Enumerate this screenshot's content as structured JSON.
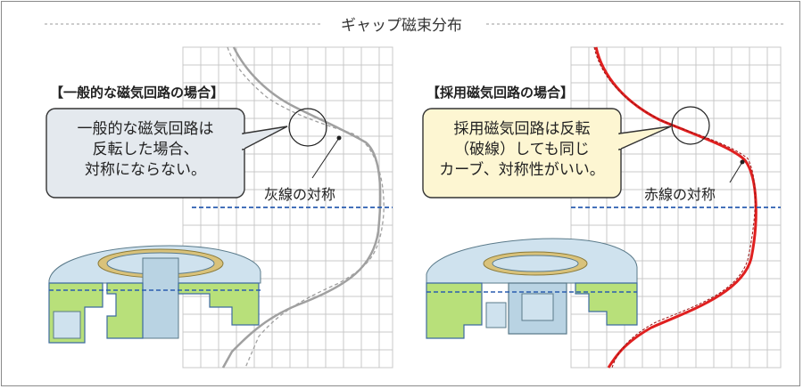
{
  "title": "ギャップ磁束分布",
  "left": {
    "heading": "【一般的な磁気回路の場合】",
    "callout": "一般的な磁気回路は\n反転した場合、\n対称にならない。",
    "annotation": "灰線の対称",
    "curve_color": "#a0a0a0",
    "callout_bg": "#e4e9ee"
  },
  "right": {
    "heading": "【採用磁気回路の場合】",
    "callout": "採用磁気回路は反転\n（破線）しても同じ\nカーブ、対称性がいい。",
    "annotation": "赤線の対称",
    "curve_color": "#e02020",
    "callout_bg": "#fdf6d2"
  },
  "colors": {
    "grid": "#c8c8c8",
    "center_line": "#2a5db0",
    "part_green": "#b8e07a",
    "part_blue": "#b9d3e3"
  }
}
